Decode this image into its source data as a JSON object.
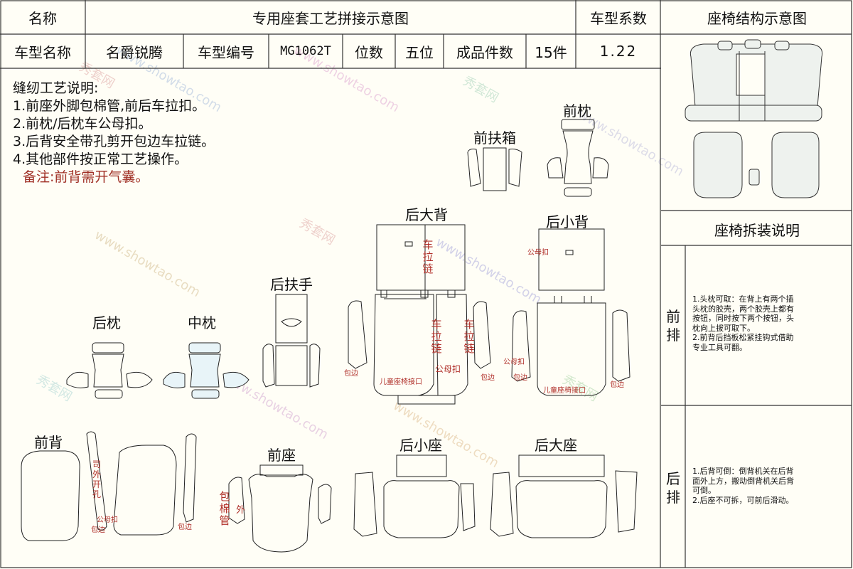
{
  "header": {
    "name_label": "名称",
    "title": "专用座套工艺拼接示意图",
    "coef_label": "车型系数",
    "structure_title": "座椅结构示意图"
  },
  "info": {
    "model_name_label": "车型名称",
    "model_name": "名爵锐腾",
    "model_code_label": "车型编号",
    "model_code": "MG1062T",
    "seats_label": "位数",
    "seats": "五位",
    "pieces_label": "成品件数",
    "pieces": "15件",
    "coef": "1.22"
  },
  "notes": {
    "title": "缝纫工艺说明:",
    "items": [
      "1.前座外脚包棉管,前后车拉扣。",
      "2.前枕/后枕车公母扣。",
      "3.后背安全带孔剪开包边车拉链。",
      "4.其他部件按正常工艺操作。"
    ],
    "remark": "备注:前背需开气囊。"
  },
  "parts": {
    "front_armbox": "前扶箱",
    "front_pillow": "前枕",
    "rear_big_back": "后大背",
    "rear_small_back": "后小背",
    "rear_armrest": "后扶手",
    "rear_pillow": "后枕",
    "middle_pillow": "中枕",
    "front_back": "前背",
    "front_seat": "前座",
    "rear_small_seat": "后小座",
    "rear_big_seat": "后大座"
  },
  "annotations": {
    "zipper": "车拉链",
    "male_female_snap": "公母扣",
    "hem": "包边",
    "child_seat_interface": "儿童座椅接口",
    "outer_side_hole": "司外开孔",
    "cotton_tube": "包棉管",
    "outer": "外"
  },
  "side_panel": {
    "disassembly_title": "座椅拆装说明",
    "front_row_label": "前排",
    "rear_row_label": "后排",
    "front_row_text": [
      "1.头枕可取：在背上有两个插",
      "头枕的胶壳，两个胶壳上都有",
      "按钮，同时按下两个按钮，头",
      "枕向上拔可取下。",
      "2.前背后挡板松紧挂钩式借助",
      "专业工具可翻。"
    ],
    "rear_row_text": [
      "1.后背可倒：倒背机关在后背",
      "面外上方，搬动倒背机关后背",
      "可倒。",
      "2.后座不可拆，可前后滑动。"
    ]
  },
  "watermark": {
    "text_cn": "秀套网",
    "text_url": "www.showtao.com"
  },
  "colors": {
    "line": "#222222",
    "annotation_red": "#b0302a",
    "grid": "#333333"
  }
}
